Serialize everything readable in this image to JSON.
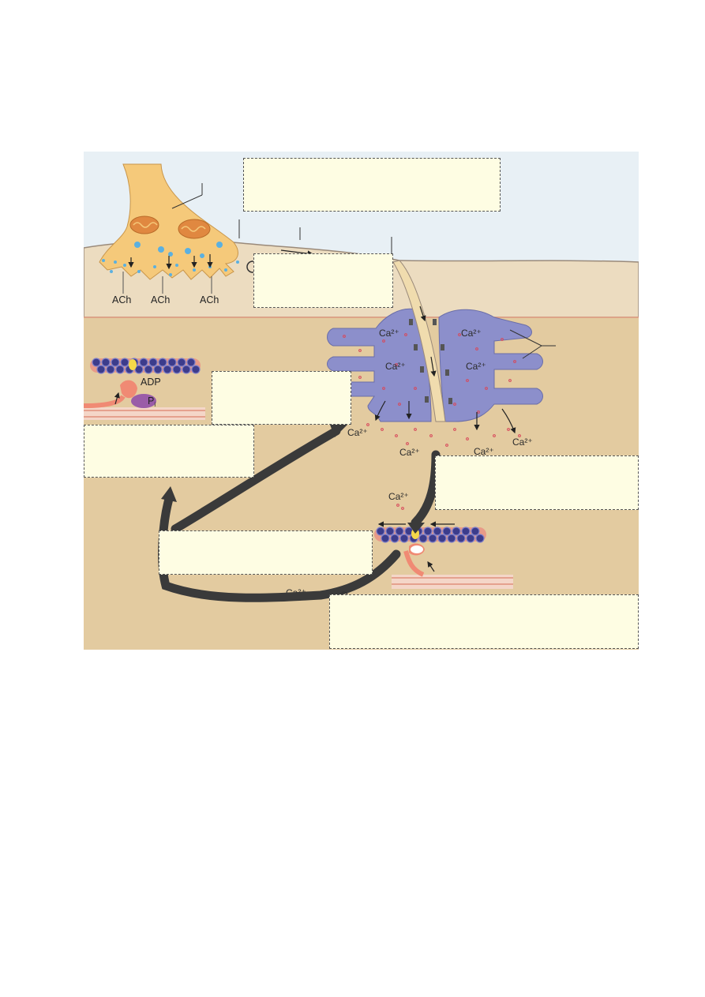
{
  "labels": {
    "ach": "ACh",
    "adp": "ADP",
    "pi_base": "P",
    "pi_sub": "i",
    "calcium": "Ca²⁺"
  },
  "label_boxes": [
    {
      "name": "label-box-1"
    },
    {
      "name": "label-box-2"
    },
    {
      "name": "label-box-3"
    },
    {
      "name": "label-box-4"
    },
    {
      "name": "label-box-5"
    },
    {
      "name": "label-box-6"
    },
    {
      "name": "label-box-7"
    }
  ],
  "colors": {
    "extracellular": "#e8f0f5",
    "sarcolemma_zone": "#ecdcc0",
    "cytoplasm": "#e3cba0",
    "axon_terminal": "#f5c97a",
    "mitochondria": "#e08840",
    "sarcoplasmic_reticulum": "#8c8fcb",
    "t_tubule": "#f0dcae",
    "actin": "#3c3c8c",
    "myosin": "#f08a74",
    "calcium_dots": "#d8485a",
    "acetylcholine": "#5bb0e0",
    "arrow": "#3a3a3a",
    "label_box_fill": "#fefde3"
  }
}
